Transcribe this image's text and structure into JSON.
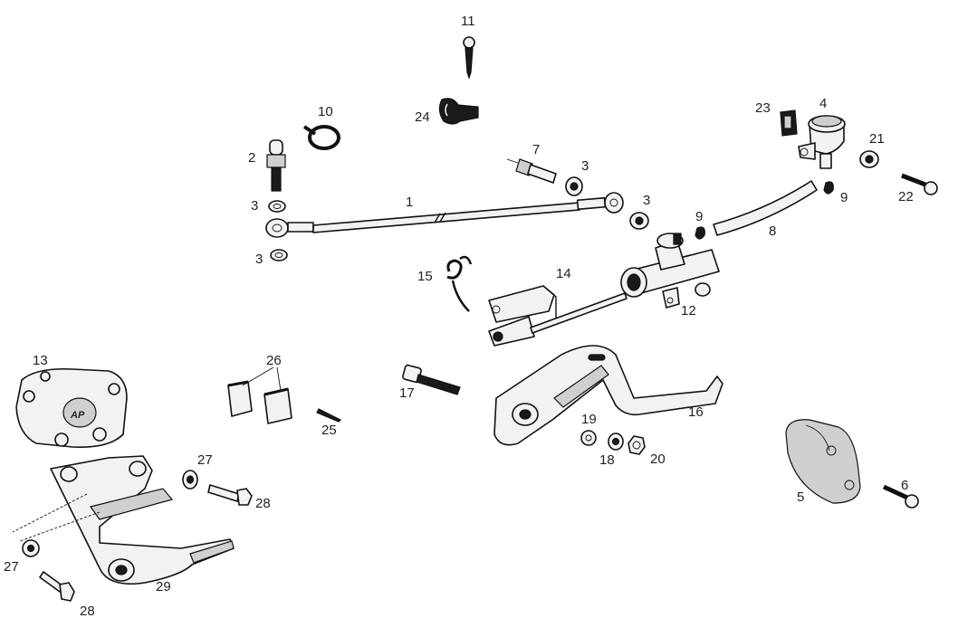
{
  "diagram": {
    "part_numbers": {
      "p1": "1",
      "p2": "2",
      "p3a": "3",
      "p3b": "3",
      "p3c": "3",
      "p3d": "3",
      "p4": "4",
      "p5": "5",
      "p6": "6",
      "p7": "7",
      "p8": "8",
      "p9a": "9",
      "p9b": "9",
      "p10": "10",
      "p11": "11",
      "p12": "12",
      "p13": "13",
      "p14": "14",
      "p15": "15",
      "p16": "16",
      "p17": "17",
      "p18": "18",
      "p19": "19",
      "p20": "20",
      "p21": "21",
      "p22": "22",
      "p23": "23",
      "p24": "24",
      "p25": "25",
      "p26": "26",
      "p27a": "27",
      "p27b": "27",
      "p28a": "28",
      "p28b": "28",
      "p29": "29"
    }
  }
}
